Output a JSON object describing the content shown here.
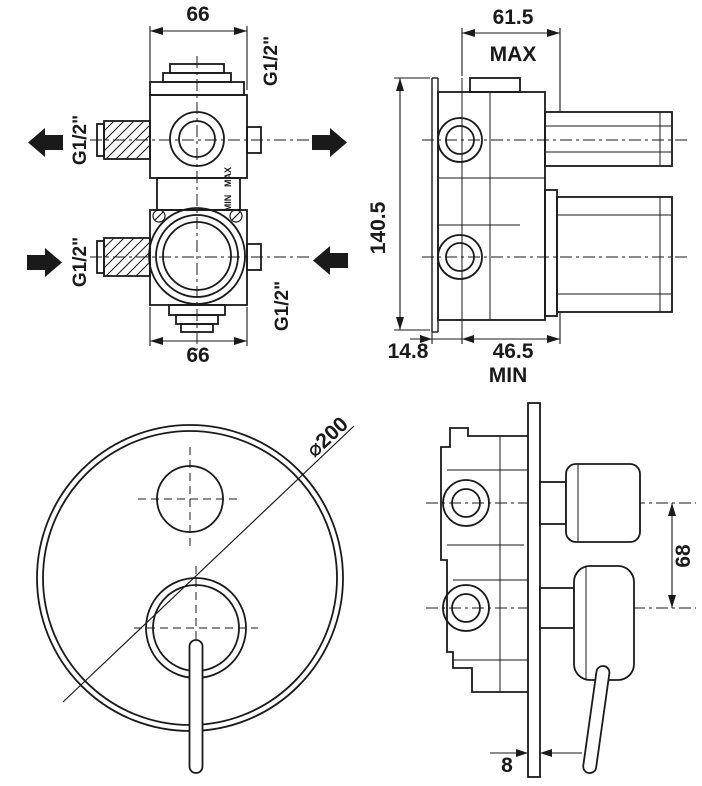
{
  "page": {
    "background": "#ffffff",
    "line_color": "#1a1a1a"
  },
  "front_view": {
    "dim_width_top": "66",
    "dim_width_bottom": "66",
    "thread_label_top_left": "G1/2\"",
    "thread_label_bottom_left": "G1/2\"",
    "thread_label_top_right": "G1/2\"",
    "thread_label_bottom_right": "G1/2\"",
    "temp_label_max": "MAX",
    "temp_label_min": "MIN"
  },
  "side_view": {
    "dim_depth_max": "61.5",
    "label_max": "MAX",
    "dim_height": "140.5",
    "dim_wall_min": "14.8",
    "dim_body_depth": "46.5",
    "label_min": "MIN"
  },
  "plate_view": {
    "dim_diameter": "⌀200"
  },
  "installed_view": {
    "dim_handle_spacing": "68",
    "dim_plate_thickness": "8"
  }
}
